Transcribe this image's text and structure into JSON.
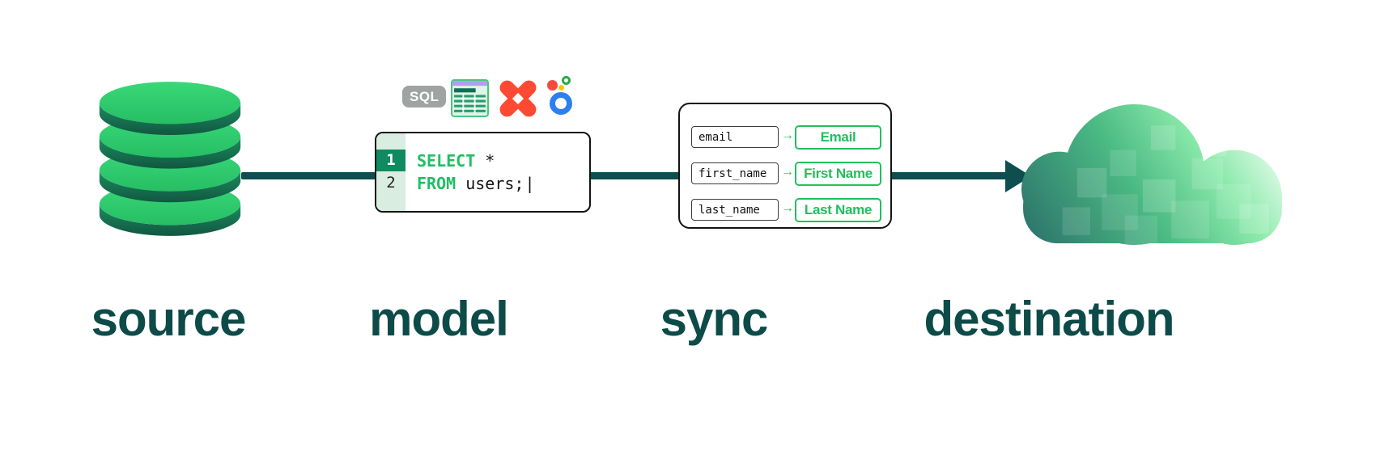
{
  "diagram": "data-pipeline",
  "stages": {
    "source": {
      "label": "source"
    },
    "model": {
      "label": "model",
      "sql_badge": "SQL",
      "code": {
        "lines": [
          {
            "number": "1",
            "keyword": "SELECT",
            "code": " *"
          },
          {
            "number": "2",
            "keyword": "FROM",
            "code": " users;"
          }
        ],
        "cursor": "|"
      }
    },
    "sync": {
      "label": "sync",
      "mappings": [
        {
          "source_field": "email",
          "destination_field": "Email"
        },
        {
          "source_field": "first_name",
          "destination_field": "First Name"
        },
        {
          "source_field": "last_name",
          "destination_field": "Last Name"
        }
      ]
    },
    "destination": {
      "label": "destination"
    }
  },
  "icons": {
    "mapping_arrow": "→",
    "database": "database-cylinder",
    "spreadsheet": "spreadsheet",
    "dbt": "dbt-pinwheel",
    "looker": "looker",
    "cloud": "pixel-cloud"
  },
  "colors": {
    "flow_arrow": "#0E4E4E",
    "label_text": "#0D4B49",
    "code_keyword": "#1FBF63",
    "gutter_bg": "#D9EDE1",
    "active_line_bg": "#0F8A61",
    "sync_green": "#21BF5E",
    "database_green": "#2BCA6C",
    "database_side": "#16714F",
    "dbt_orange": "#FF4A33",
    "sql_badge_bg": "#9FA3A2"
  }
}
